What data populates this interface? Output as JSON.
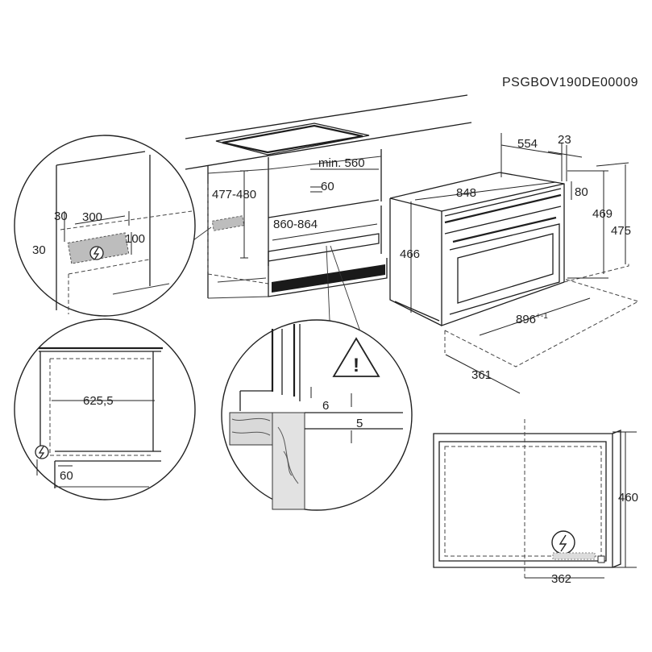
{
  "document_code": "PSGBOV190DE00009",
  "main_view": {
    "cabinet_width": "860-864",
    "niche_depth_min": "min. 560",
    "niche_height": "477-480",
    "top_setback": "60",
    "oven_depth_total": "554",
    "oven_front_thickness": "23",
    "oven_front_width": "848",
    "oven_control_height": "80",
    "oven_body_height": "469",
    "oven_front_height": "475",
    "oven_body_height_side": "466",
    "oven_overall_width": "896",
    "oven_overall_width_suffix": "+-1",
    "oven_body_depth": "361"
  },
  "detail_power_socket": {
    "offset_top": "30",
    "offset_side": "30",
    "socket_width": "300",
    "socket_height": "100"
  },
  "detail_section": {
    "inner_width": "625,5",
    "bottom_clearance": "60"
  },
  "detail_gap": {
    "gap_top": "6",
    "gap_bottom": "5",
    "warning_icon": "warning-triangle"
  },
  "detail_back": {
    "height": "460",
    "socket_offset": "362"
  },
  "icons": {
    "power": "power-plug-icon",
    "warning": "warning-triangle-icon"
  }
}
